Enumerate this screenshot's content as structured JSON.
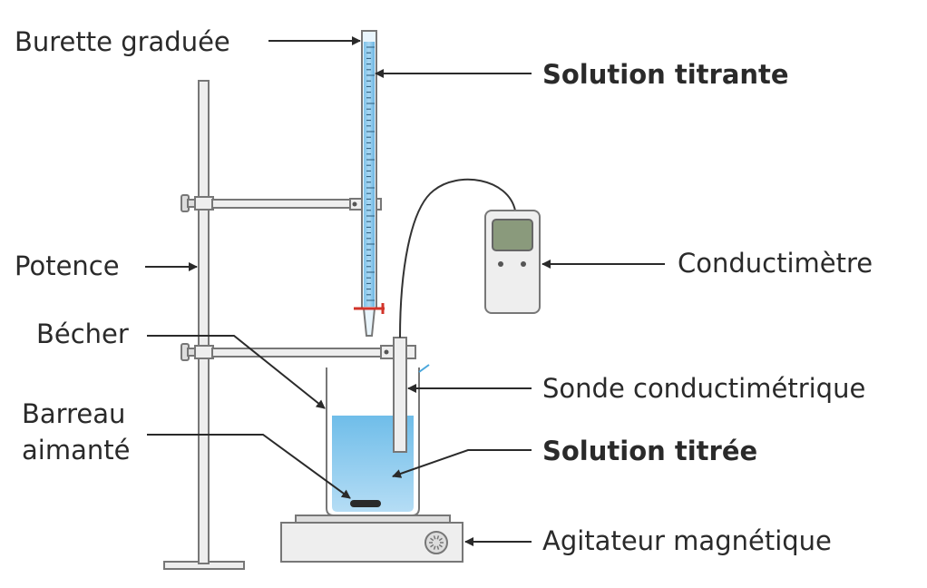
{
  "labels": {
    "burette": "Burette graduée",
    "titrant": "Solution titrante",
    "potence": "Potence",
    "conductimetre": "Conductimètre",
    "becher": "Bécher",
    "sonde": "Sonde conductimétrique",
    "barreau_line1": "Barreau",
    "barreau_line2": "aimanté",
    "titree": "Solution titrée",
    "agitateur": "Agitateur magnétique"
  },
  "colors": {
    "text": "#2a2a2a",
    "burette_liquid": "#6cb8e6",
    "beaker_liquid": "#8ccbf0",
    "stopcock": "#d2342a",
    "meter_screen": "#8a9a7c",
    "metal_fill": "#eeeeee",
    "metal_stroke": "#777777"
  }
}
